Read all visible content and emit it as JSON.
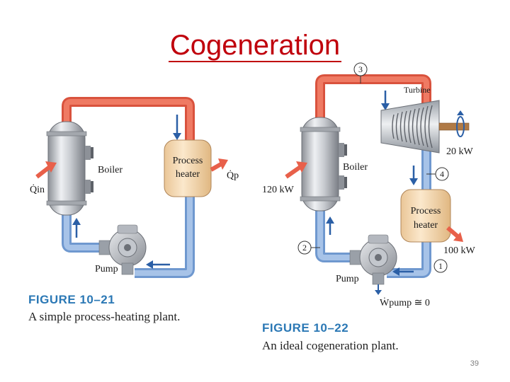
{
  "title": "Cogeneration",
  "slide_number": "39",
  "fig21": {
    "caption_head": "FIGURE 10–21",
    "caption_text": "A simple process-heating plant.",
    "boiler_label": "Boiler",
    "heater_label_1": "Process",
    "heater_label_2": "heater",
    "pump_label": "Pump",
    "q_in_label": "Q̇in",
    "q_p_label": "Q̇p"
  },
  "fig22": {
    "caption_head": "FIGURE 10–22",
    "caption_text": "An ideal cogeneration plant.",
    "turbine_label": "Turbine",
    "boiler_label": "Boiler",
    "heater_label_1": "Process",
    "heater_label_2": "heater",
    "pump_label": "Pump",
    "boiler_heat": "120 kW",
    "turbine_work": "20 kW",
    "heater_heat": "100 kW",
    "pump_work": "Ẇpump ≅ 0",
    "state_1": "1",
    "state_2": "2",
    "state_3": "3",
    "state_4": "4"
  },
  "colors": {
    "title": "#c0000c",
    "caption_head": "#2b78b5",
    "hot_pipe": "#e8604a",
    "cold_pipe": "#8fb3e0",
    "heater_fill": "#f6dcb4",
    "arrow": "#2b5fa6",
    "heat_arrow": "#e8604a"
  }
}
